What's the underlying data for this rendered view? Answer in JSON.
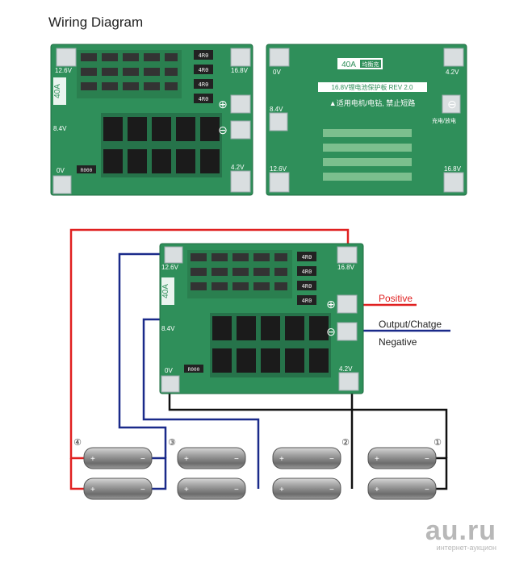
{
  "title": "Wiring Diagram",
  "board_front": {
    "labels": {
      "v126": "12.6V",
      "v168": "16.8V",
      "v84": "8.4V",
      "v0": "0V",
      "v42": "4.2V",
      "a40": "40A",
      "r000": "R000"
    },
    "resistors": [
      "4R0",
      "4R0",
      "4R0",
      "4R0"
    ]
  },
  "board_back": {
    "labels": {
      "v0": "0V",
      "v42": "4.2V",
      "v84": "8.4V",
      "v126": "12.6V",
      "v168": "16.8V",
      "charge": "充电/放电"
    },
    "model_tag": "40A",
    "model_tag2": "均衡充",
    "rev_text": "16.8V锂电池保护板 REV 2.0",
    "warning": "▲适用电机/电钻, 禁止短路"
  },
  "board_bottom": {
    "labels": {
      "v126": "12.6V",
      "v168": "16.8V",
      "v84": "8.4V",
      "v0": "0V",
      "v42": "4.2V",
      "a40": "40A",
      "r000": "R000"
    },
    "resistors": [
      "4R0",
      "4R0",
      "4R0",
      "4R0"
    ]
  },
  "annotations": {
    "positive": "Positive",
    "output": "Output/Chatge",
    "negative": "Negative"
  },
  "cells": {
    "numbers": [
      "④",
      "③",
      "②",
      "①"
    ],
    "plus": "+",
    "minus": "−"
  },
  "colors": {
    "pcb": "#2e8b57",
    "red_wire": "#e02020",
    "blue_wire": "#1a2a8a",
    "black_wire": "#111111"
  },
  "watermark": "au.ru",
  "watermark_sub": "интернет-аукцион"
}
